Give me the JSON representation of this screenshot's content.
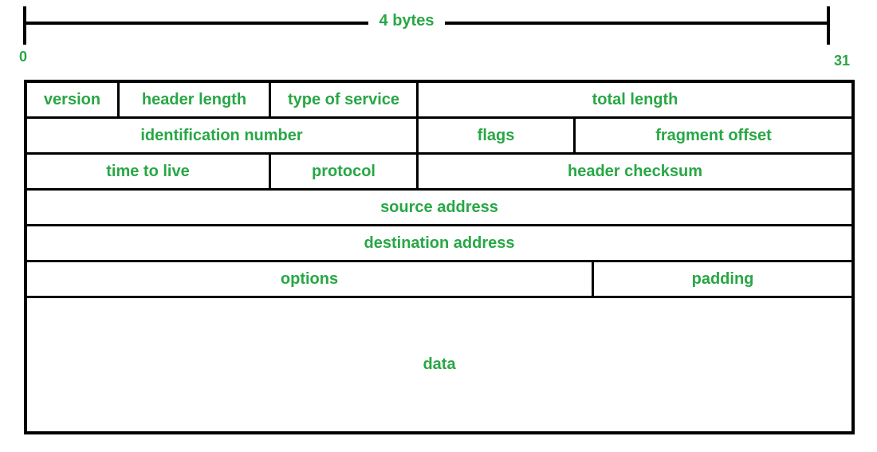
{
  "ruler": {
    "label": "4 bytes",
    "bit_start": "0",
    "bit_end": "31"
  },
  "colors": {
    "accent_green": "#28a745",
    "line_black": "#000000"
  },
  "table": {
    "rows": [
      {
        "cells": [
          {
            "label": "version"
          },
          {
            "label": "header length"
          },
          {
            "label": "type of service"
          },
          {
            "label": "total length"
          }
        ]
      },
      {
        "cells": [
          {
            "label": "identification number"
          },
          {
            "label": "flags"
          },
          {
            "label": "fragment offset"
          }
        ]
      },
      {
        "cells": [
          {
            "label": "time to live"
          },
          {
            "label": "protocol"
          },
          {
            "label": "header checksum"
          }
        ]
      },
      {
        "cells": [
          {
            "label": "source address"
          }
        ]
      },
      {
        "cells": [
          {
            "label": "destination address"
          }
        ]
      },
      {
        "cells": [
          {
            "label": "options"
          },
          {
            "label": "padding"
          }
        ]
      },
      {
        "cells": [
          {
            "label": "data"
          }
        ]
      }
    ]
  }
}
